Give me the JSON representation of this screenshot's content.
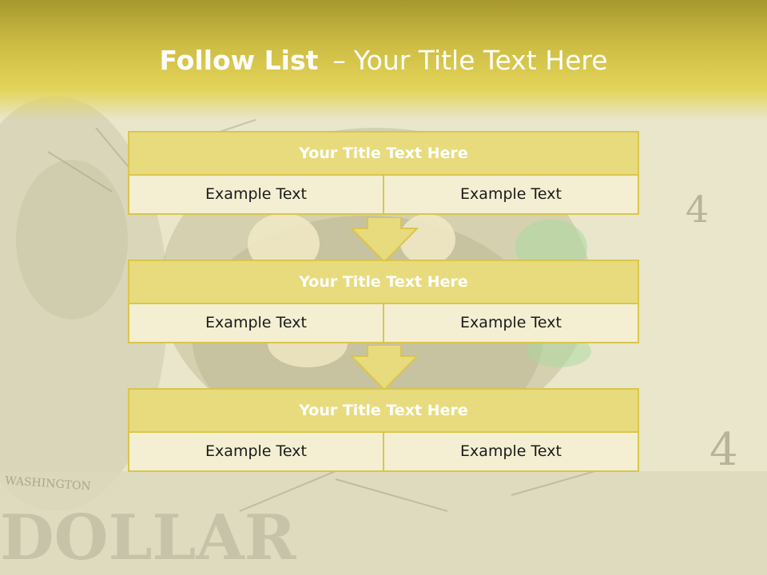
{
  "header": {
    "title_bold": "Follow List",
    "title_separator": "–",
    "title_rest": "Your Title Text Here"
  },
  "boxes": [
    {
      "title": "Your Title Text Here",
      "left": "Example Text",
      "right": "Example Text"
    },
    {
      "title": "Your Title Text Here",
      "left": "Example Text",
      "right": "Example Text"
    },
    {
      "title": "Your Title Text Here",
      "left": "Example Text",
      "right": "Example Text"
    }
  ],
  "background": {
    "bill_number_1": "4",
    "bill_number_2": "4",
    "bill_text_1": "WASHINGTON",
    "bill_text_2": "DOLLAR"
  },
  "colors": {
    "header_gold": "#cfbe45",
    "box_title_fill": "#e8db7d",
    "box_cell_fill": "#f4efd2",
    "box_border": "#d9c64c",
    "arrow_fill": "#e8db7d"
  }
}
